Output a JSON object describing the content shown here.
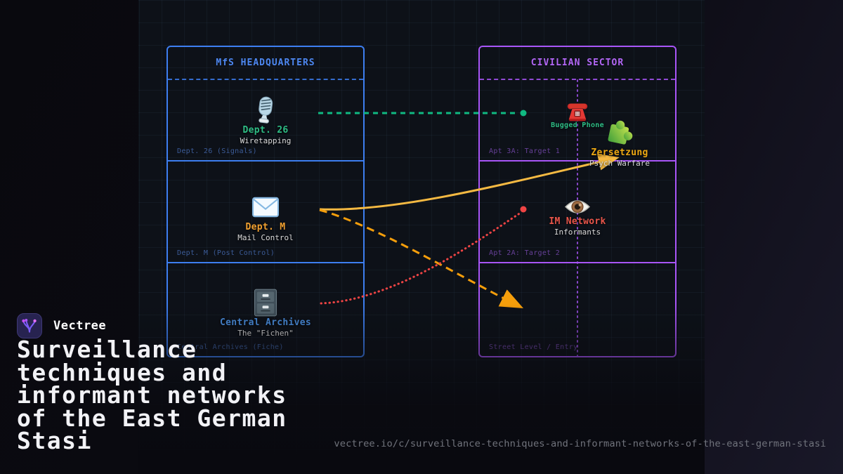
{
  "brand": {
    "name": "Vectree",
    "logo_icon": "vectree-logo"
  },
  "page_title": "Surveillance\ntechniques and\ninformant networks\nof the East German\nStasi",
  "url": "vectree.io/c/surveillance-techniques-and-informant-networks-of-the-east-german-stasi",
  "colors": {
    "mfs_accent": "#3d7ef0",
    "civilian_accent": "#a855f7",
    "dept26_green": "#2ebd85",
    "deptm_amber": "#f0a030",
    "archives_blue": "#4a8fe0",
    "zersetzung_yellow": "#eda812",
    "im_red": "#e8554a",
    "edge_teal": "#10b981",
    "edge_yellow": "#f4b942",
    "edge_orange": "#f59e0b",
    "edge_red": "#ef4444"
  },
  "diagram": {
    "mfs": {
      "title": "MfS HEADQUARTERS",
      "sections": [
        {
          "label": "Dept. 26 (Signals)"
        },
        {
          "label": "Dept. M (Post Control)"
        },
        {
          "label": "Central Archives (Fiche)"
        }
      ]
    },
    "civilian": {
      "title": "CIVILIAN SECTOR",
      "sections": [
        {
          "label": "Apt 3A: Target 1"
        },
        {
          "label": "Apt 2A: Target 2"
        },
        {
          "label": "Street Level / Entry"
        }
      ]
    },
    "nodes": {
      "dept26": {
        "icon": "microphone-icon",
        "name": "Dept. 26",
        "sub": "Wiretapping"
      },
      "deptm": {
        "icon": "envelope-icon",
        "name": "Dept. M",
        "sub": "Mail Control"
      },
      "archives": {
        "icon": "file-cabinet-icon",
        "name": "Central Archives",
        "sub": "The \"Fichen\""
      },
      "bugged_phone": {
        "icon": "telephone-icon",
        "name": "Bugged Phone"
      },
      "zersetzung": {
        "icon": "puzzle-icon",
        "name": "Zersetzung",
        "sub": "Psych Warfare"
      },
      "im_network": {
        "icon": "eye-icon",
        "name": "IM Network",
        "sub": "Informants"
      }
    },
    "edges": [
      {
        "id": "wiretap-line",
        "from": "dept26",
        "to": "bugged_phone",
        "style": "dashed",
        "color": "#10b981",
        "terminal": "dot"
      },
      {
        "id": "zersetzung-line",
        "from": "deptm",
        "to": "zersetzung",
        "style": "solid",
        "color": "#f4b942",
        "terminal": "arrow"
      },
      {
        "id": "street-line",
        "from": "deptm",
        "to": "street_level",
        "style": "dashed",
        "color": "#f59e0b",
        "terminal": "arrow"
      },
      {
        "id": "informant-line",
        "from": "archives",
        "to": "im_network",
        "style": "dotted",
        "color": "#ef4444",
        "terminal": "dot"
      }
    ]
  }
}
